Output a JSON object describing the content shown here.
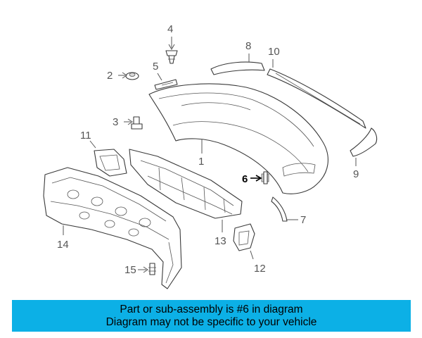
{
  "diagram": {
    "callouts": {
      "c1": "1",
      "c2": "2",
      "c3": "3",
      "c4": "4",
      "c5": "5",
      "c6": "6",
      "c7": "7",
      "c8": "8",
      "c9": "9",
      "c10": "10",
      "c11": "11",
      "c12": "12",
      "c13": "13",
      "c14": "14",
      "c15": "15"
    },
    "highlighted_part": "6"
  },
  "banner": {
    "line1": "Part or sub-assembly is #6 in diagram",
    "line2": "Diagram may not be specific to your vehicle",
    "color": "#0cb0e6"
  }
}
